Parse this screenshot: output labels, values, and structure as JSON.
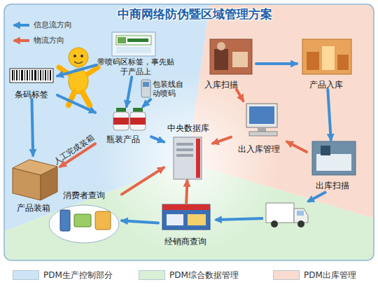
{
  "diagram": {
    "title": "中商网络防伪暨区域管理方案",
    "nodes": [
      {
        "text": [
          "条码标签"
        ]
      },
      {
        "text": [
          "带喷码区标签，事先贴于产品上"
        ]
      },
      {
        "text": [
          "包装线自动喷码"
        ]
      },
      {
        "text": [
          "瓶装产品"
        ]
      },
      {
        "text": [
          "产品装箱"
        ]
      },
      {
        "text": [
          "中央数据库"
        ]
      },
      {
        "text": [
          "入库扫描"
        ]
      },
      {
        "text": [
          "产品入库"
        ]
      },
      {
        "text": [
          "出入库管理"
        ]
      },
      {
        "text": [
          "出库扫描"
        ]
      },
      {
        "text": [
          "经销商查询"
        ]
      },
      {
        "text": [
          "消费者查询"
        ]
      }
    ],
    "edges": [
      {
        "from": 1,
        "to": 0,
        "arrow": "to"
      },
      {
        "from": 1,
        "to": 3,
        "arrow": "to"
      },
      {
        "from": 2,
        "to": 3,
        "arrow": "to"
      },
      {
        "from": 0,
        "to": 3,
        "arrow": "to"
      },
      {
        "from": 0,
        "to": 4,
        "arrow": "to"
      },
      {
        "from": 3,
        "to": 4,
        "label": "人工完成装箱",
        "arrow": "to"
      },
      {
        "from": 3,
        "to": 5,
        "arrow": "to"
      },
      {
        "from": 6,
        "to": 7,
        "arrow": "to"
      },
      {
        "from": 6,
        "to": 8,
        "arrow": "to"
      },
      {
        "from": 7,
        "to": 9,
        "arrow": "to"
      },
      {
        "from": 9,
        "to": 8,
        "arrow": "to"
      },
      {
        "from": 8,
        "to": 5,
        "arrow": "to"
      },
      {
        "from": 10,
        "to": 5,
        "arrow": "to"
      },
      {
        "from": 10,
        "to": 11,
        "arrow": "to"
      },
      {
        "from": 11,
        "to": 5,
        "arrow": "to"
      }
    ],
    "legend": [
      {
        "text": "信息流方向"
      },
      {
        "text": "物流方向"
      },
      {
        "text": "PDM生产控制部分",
        "color": "#cde5f6"
      },
      {
        "text": "PDM综合数据管理",
        "color": "#d9f0d6"
      },
      {
        "text": "PDM出库管理",
        "color": "#f9dccf"
      }
    ]
  }
}
